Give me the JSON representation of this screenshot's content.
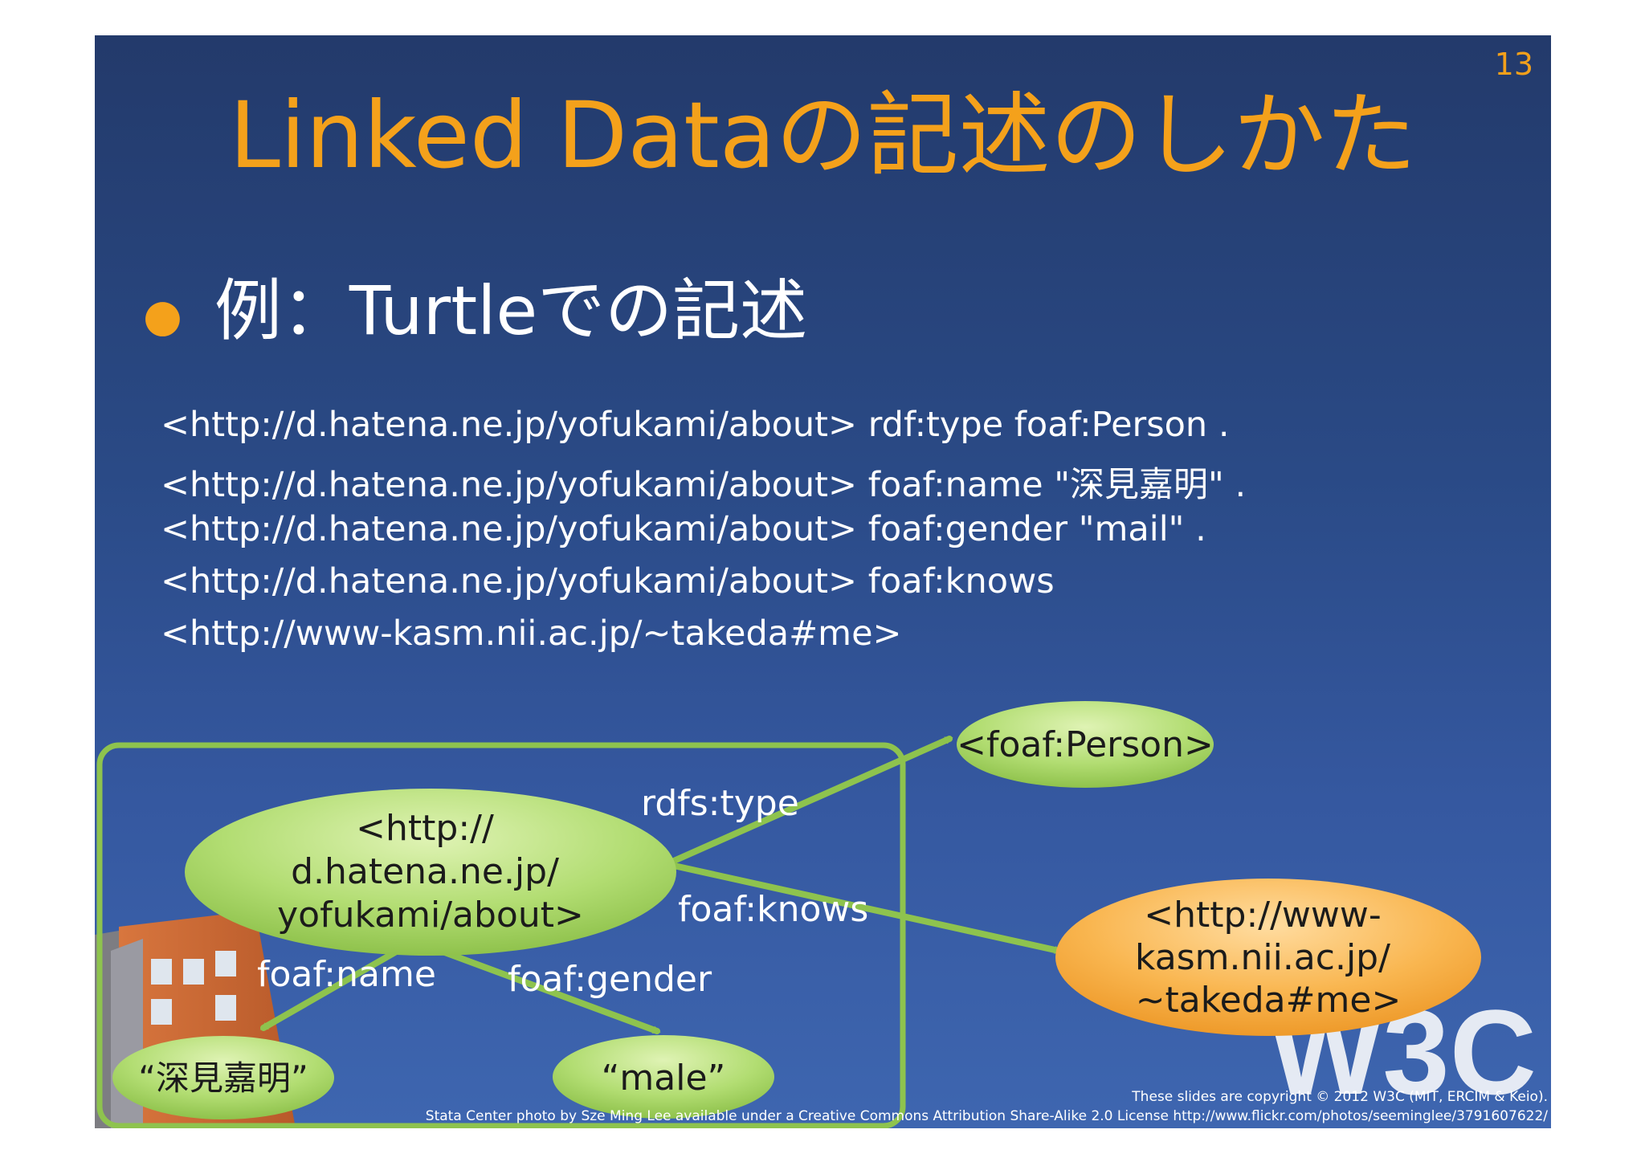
{
  "page_number": "13",
  "title": "Linked Dataの記述のしかた",
  "bullet": "例：Turtleでの記述",
  "code_lines": [
    "<http://d.hatena.ne.jp/yofukami/about> rdf:type foaf:Person .",
    "<http://d.hatena.ne.jp/yofukami/about> foaf:name \"深見嘉明\" .",
    "<http://d.hatena.ne.jp/yofukami/about> foaf:gender \"mail\" .",
    "<http://d.hatena.ne.jp/yofukami/about> foaf:knows",
    "<http://www-kasm.nii.ac.jp/~takeda#me>"
  ],
  "graph": {
    "subject_lines": [
      "<http://",
      "d.hatena.ne.jp/",
      "yofukami/about>"
    ],
    "person_node": "<foaf:Person>",
    "knows_lines": [
      "<http://www-",
      "kasm.nii.ac.jp/",
      "~takeda#me>"
    ],
    "name_node": "“深見嘉明”",
    "gender_node": "“male”",
    "edges": {
      "type": "rdfs:type",
      "knows": "foaf:knows",
      "name": "foaf:name",
      "gender": "foaf:gender"
    }
  },
  "logo": "W3C",
  "credits": {
    "copyright": "These slides are copyright © 2012 W3C (MIT, ERCIM & Keio).",
    "photo": "Stata Center photo by Sze Ming Lee available under a Creative Commons Attribution Share-Alike 2.0 License http://www.flickr.com/photos/seeminglee/3791607622/"
  },
  "colors": {
    "title": "#f4a11b",
    "green_node": "#a8d86a",
    "orange_node": "#f9b24a",
    "arrow": "#8ec34e"
  }
}
